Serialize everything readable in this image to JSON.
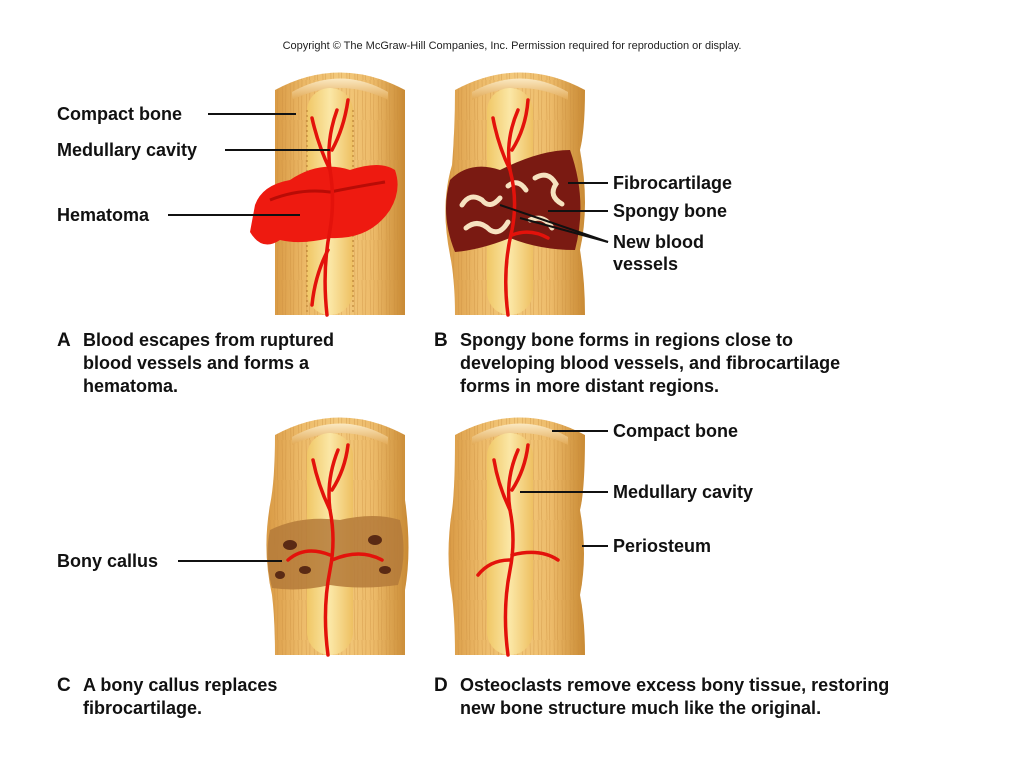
{
  "copyright": "Copyright © The McGraw-Hill Companies, Inc. Permission required for reproduction or display.",
  "panels": {
    "a": {
      "letter": "A",
      "caption": "Blood escapes from ruptured\nblood vessels and forms a\nhematoma.",
      "labels": {
        "compact_bone": "Compact bone",
        "medullary_cavity": "Medullary cavity",
        "hematoma": "Hematoma"
      }
    },
    "b": {
      "letter": "B",
      "caption": "Spongy bone forms in regions close to\ndeveloping blood vessels, and fibrocartilage\nforms in more distant regions.",
      "labels": {
        "fibrocartilage": "Fibrocartilage",
        "spongy_bone": "Spongy bone",
        "new_blood_vessels": "New blood\nvessels"
      }
    },
    "c": {
      "letter": "C",
      "caption": "A bony callus replaces\nfibrocartilage.",
      "labels": {
        "bony_callus": "Bony callus"
      }
    },
    "d": {
      "letter": "D",
      "caption": "Osteoclasts remove excess bony tissue, restoring\nnew bone structure much like the original.",
      "labels": {
        "compact_bone": "Compact bone",
        "medullary_cavity": "Medullary cavity",
        "periosteum": "Periosteum"
      }
    }
  },
  "colors": {
    "bone": "#e8b15a",
    "bone_dark": "#c98a34",
    "marrow": "#f5d27a",
    "blood": "#e3120b",
    "hematoma": "#f01a10",
    "fibrocartilage": "#7a1a12",
    "spongy": "#f6e2c0"
  }
}
